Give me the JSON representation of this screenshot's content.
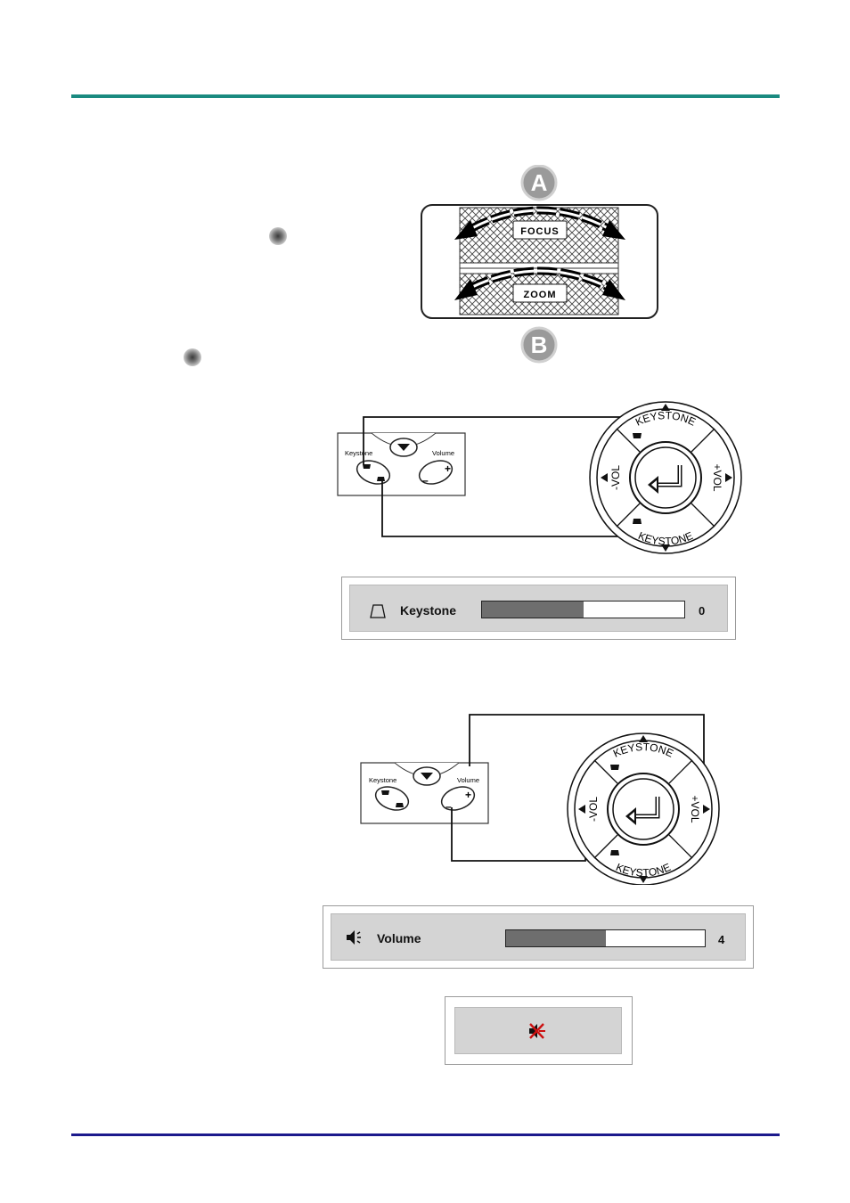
{
  "colors": {
    "top_rule": "#1a8a80",
    "bottom_rule": "#1c1a8c",
    "osd_background": "#d4d4d4",
    "bar_fill": "#6e6e6e",
    "mute_icon": "#cc1111"
  },
  "lens": {
    "badge_a": "A",
    "badge_b": "B",
    "focus_label": "FOCUS",
    "zoom_label": "ZOOM"
  },
  "keypad": {
    "keystone_label": "Keystone",
    "volume_label": "Volume",
    "plus": "+",
    "minus": "–"
  },
  "remote": {
    "keystone_top": "KEYSTONE",
    "keystone_bottom": "KEYSTONE",
    "vol_left": "-VOL",
    "vol_right": "+VOL"
  },
  "osd_keystone": {
    "icon": "trapezoid-icon",
    "label": "Keystone",
    "value": "0",
    "level": 0.5
  },
  "osd_volume": {
    "icon": "speaker-icon",
    "label": "Volume",
    "value": "4",
    "level": 0.5
  },
  "osd_mute": {
    "icon": "muted-speaker-icon"
  }
}
